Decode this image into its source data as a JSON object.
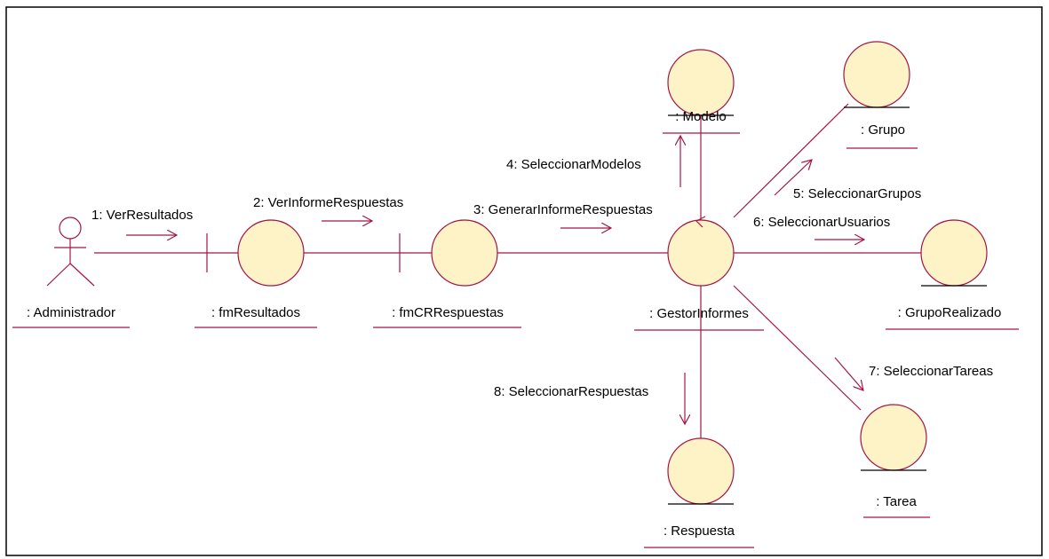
{
  "objects": {
    "administrador": ": Administrador",
    "fm_resultados": ": fmResultados",
    "fm_cr_respuestas": ": fmCRRespuestas",
    "gestor_informes": ": GestorInformes",
    "modelo": ": Modelo",
    "grupo": ": Grupo",
    "grupo_realizado": ": GrupoRealizado",
    "tarea": ": Tarea",
    "respuesta": ": Respuesta"
  },
  "messages": {
    "m1": "1: VerResultados",
    "m2": "2: VerInformeRespuestas",
    "m3": "3: GenerarInformeRespuestas",
    "m4": "4: SeleccionarModelos",
    "m5": "5: SeleccionarGrupos",
    "m6": "6: SeleccionarUsuarios",
    "m7": "7: SeleccionarTareas",
    "m8": "8: SeleccionarRespuestas"
  },
  "colors": {
    "line": "#a31547",
    "object_fill": "#fdf3c6",
    "frame": "#000000"
  }
}
